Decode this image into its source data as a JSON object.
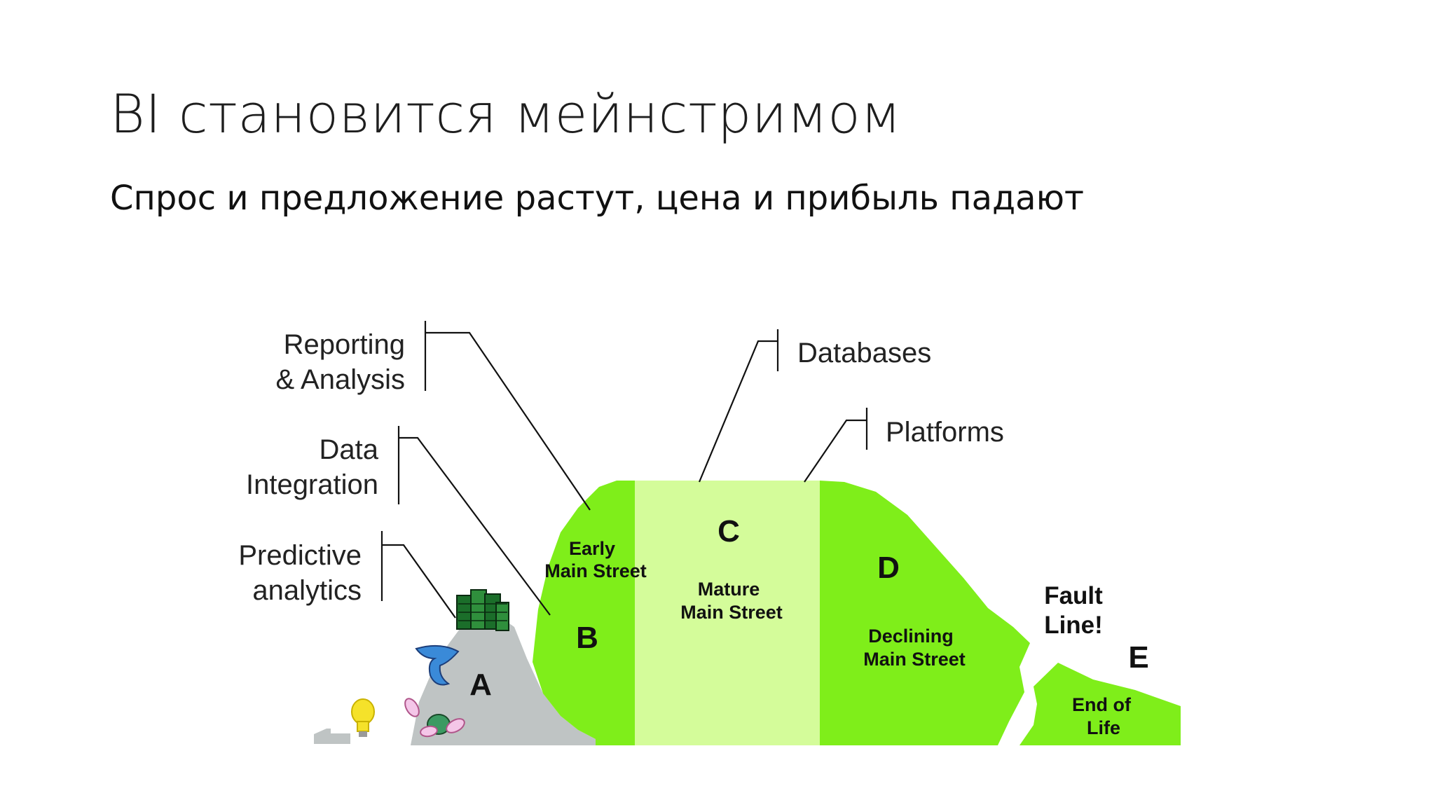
{
  "slide": {
    "title": "BI становится мейнстримом",
    "subtitle": "Спрос и предложение растут, цена и прибыль падают"
  },
  "diagram": {
    "callouts": {
      "reporting_line1": "Reporting",
      "reporting_line2": "& Analysis",
      "data_line1": "Data",
      "data_line2": "Integration",
      "predictive_line1": "Predictive",
      "predictive_line2": "analytics",
      "databases": "Databases",
      "platforms": "Platforms"
    },
    "zones": {
      "a_letter": "A",
      "b_letter": "B",
      "b_line1": "Early",
      "b_line2": "Main Street",
      "c_letter": "C",
      "c_line1": "Mature",
      "c_line2": "Main Street",
      "d_letter": "D",
      "d_line1": "Declining",
      "d_line2": "Main Street",
      "fault_line1": "Fault",
      "fault_line2": "Line!",
      "e_letter": "E",
      "e_line1": "End of",
      "e_line2": "Life"
    },
    "colors": {
      "green": "#7fee1a",
      "light_green": "#d4fc9a",
      "gray": "#bfc4c4"
    },
    "icons": [
      "lightbulb-icon",
      "tornado-icon",
      "bowling-icon",
      "money-stack-icon"
    ]
  }
}
